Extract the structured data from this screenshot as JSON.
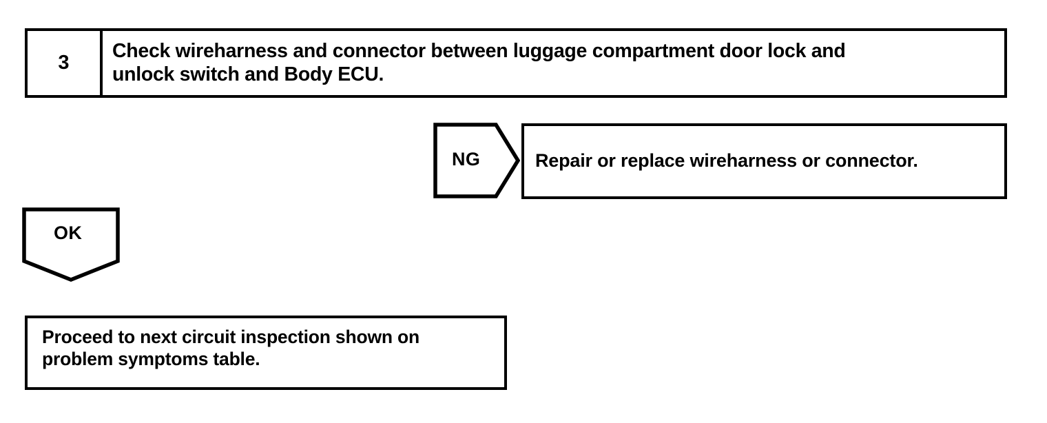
{
  "diagram": {
    "type": "troubleshooting-flowchart",
    "step": {
      "number": "3",
      "instruction": "Check wireharness and connector between luggage compartment door lock and\nunlock switch and Body ECU."
    },
    "branches": [
      {
        "result_label": "NG",
        "shape": "pentagon-arrow-right",
        "outcome": "Repair or replace wireharness or connector."
      },
      {
        "result_label": "OK",
        "shape": "pentagon-arrow-down",
        "outcome": "Proceed to next circuit inspection shown on\nproblem symptoms table."
      }
    ],
    "colors": {
      "stroke": "#000000",
      "fill": "#ffffff"
    }
  }
}
